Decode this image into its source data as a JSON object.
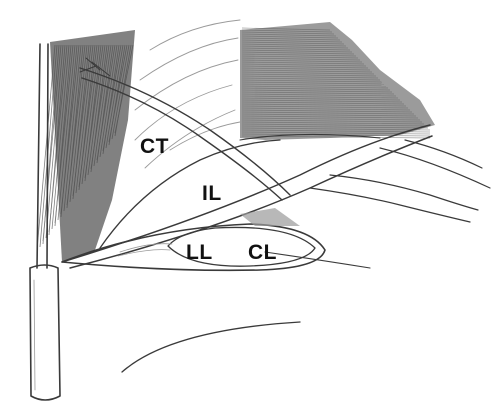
{
  "labels": {
    "ct": "CT",
    "il": "IL",
    "ll": "LL",
    "cl": "CL"
  },
  "colors": {
    "paper": "#ffffff",
    "pencil": "#3a3a3a",
    "shading": "#5c5c5c",
    "light_shading": "#9a9a9a"
  }
}
